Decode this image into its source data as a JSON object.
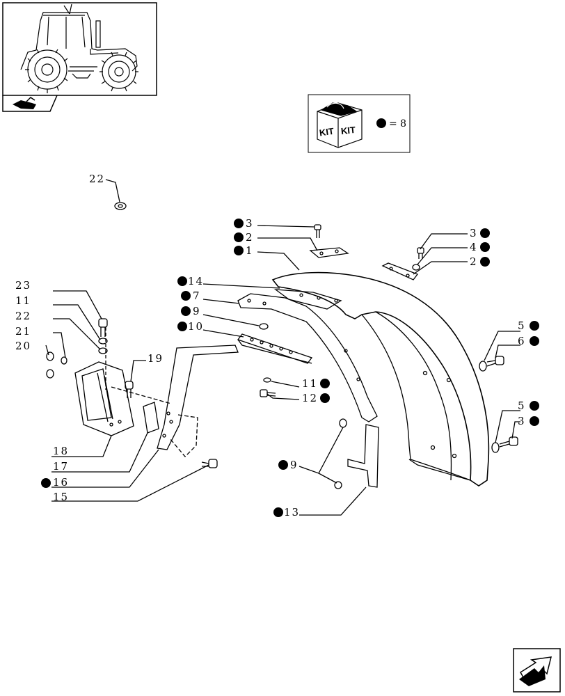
{
  "kit_legend": {
    "box_word_1": "KIT",
    "box_word_2": "KIT",
    "equals_text": "= 8"
  },
  "labels": {
    "p22top": "22",
    "p3a": "3",
    "p2a": "2",
    "p1": "1",
    "p3b": "3",
    "p4": "4",
    "p2b": "2",
    "p14": "14",
    "p7": "7",
    "p9a": "9",
    "p10": "10",
    "p23": "23",
    "p11a": "11",
    "p22b": "22",
    "p21": "21",
    "p20": "20",
    "p19": "19",
    "p5a": "5",
    "p6": "6",
    "p5b": "5",
    "p3c": "3",
    "p11b": "11",
    "p12": "12",
    "p18": "18",
    "p17": "17",
    "p16": "16",
    "p15": "15",
    "p9b": "9",
    "p13": "13"
  }
}
